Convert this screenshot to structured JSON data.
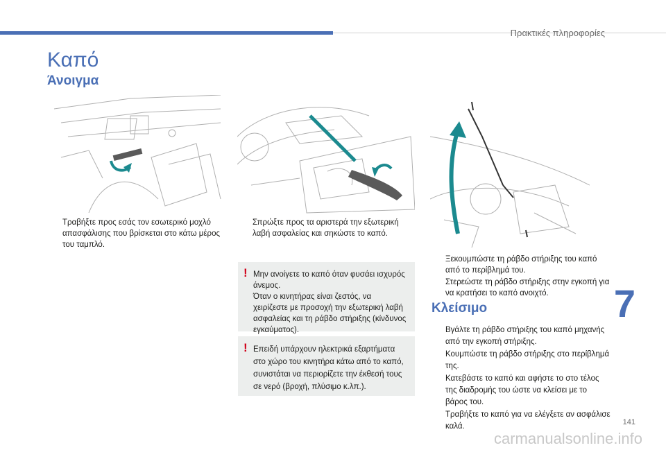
{
  "header": {
    "section": "Πρακτικές πληροφορίες"
  },
  "title": "Καπό",
  "opening": {
    "heading": "Άνοιγμα",
    "steps": [
      "Τραβήξτε προς εσάς τον εσωτερικό μοχλό απασφάλισης που βρίσκεται στο κάτω μέρος του ταμπλό.",
      "Σπρώξτε προς τα αριστερά την εξωτερική λαβή ασφαλείας και σηκώστε το καπό.",
      "Ξεκουμπώστε τη ράβδο στήριξης του καπό από το περίβλημά του.",
      "Στερεώστε τη ράβδο στήριξης στην εγκοπή για να κρατήσει το καπό ανοιχτό."
    ],
    "warnings": [
      "Μην ανοίγετε το καπό όταν φυσάει ισχυρός άνεμος.\nΌταν ο κινητήρας είναι ζεστός, να χειρίζεστε με προσοχή την εξωτερική λαβή ασφαλείας και τη ράβδο στήριξης (κίνδυνος εγκαύματος).",
      "Επειδή υπάρχουν ηλεκτρικά εξαρτήματα στο χώρο του κινητήρα κάτω από το καπό, συνιστάται να περιορίζετε την έκθεσή τους σε νερό (βροχή, πλύσιμο κ.λπ.)."
    ]
  },
  "closing": {
    "heading": "Κλείσιμο",
    "steps": [
      "Βγάλτε τη ράβδο στήριξης του καπό μηχανής από την εγκοπή στήριξης.",
      "Κουμπώστε τη ράβδο στήριξης στο περίβλημά της.",
      "Κατεβάστε το καπό και αφήστε το στο τέλος της διαδρομής του ώστε να κλείσει με το βάρος του.",
      "Τραβήξτε το καπό για να ελέγξετε αν ασφάλισε καλά."
    ]
  },
  "bullet_glyph": "",
  "chapter_number": "7",
  "page_number": "141",
  "watermark": "carmanualsonline.info",
  "colors": {
    "accent": "#4a6fb5",
    "teal": "#1b8a8f",
    "warning": "#d10019",
    "box": "#eceeed"
  }
}
